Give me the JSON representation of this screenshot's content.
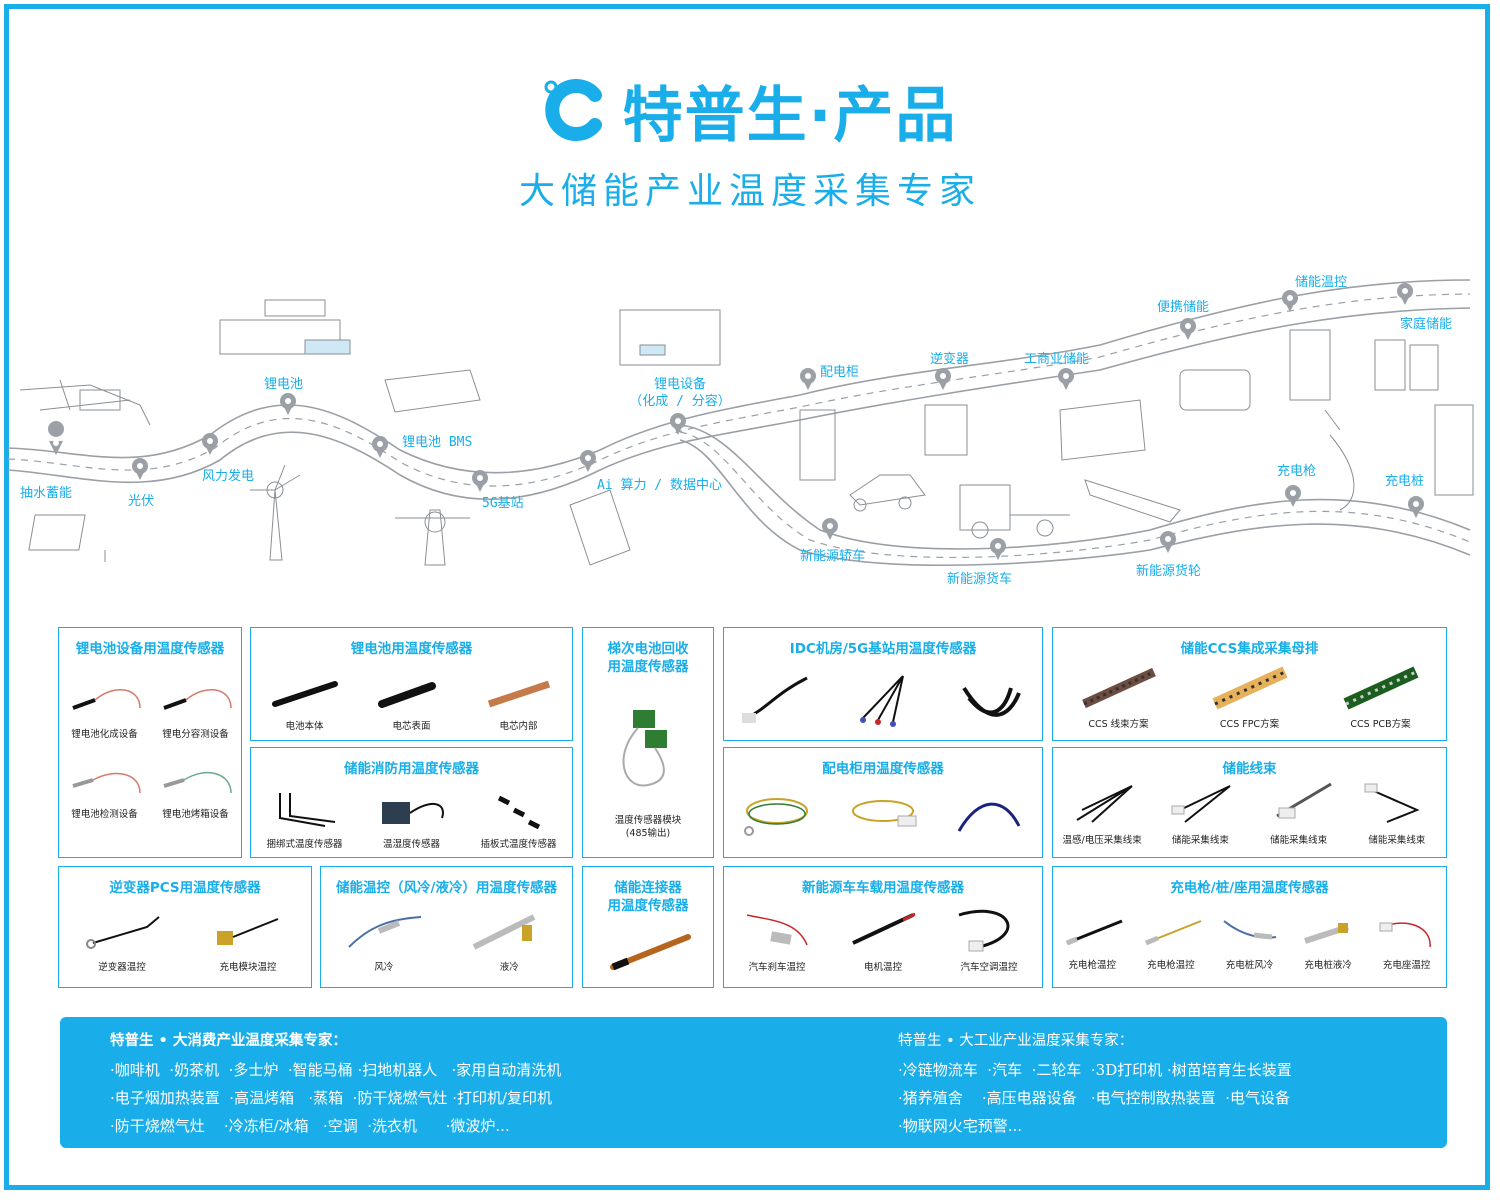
{
  "header": {
    "brand": "特普生·产品",
    "tagline": "大储能产业温度采集专家"
  },
  "map_labels": {
    "pumped": "抽水蓄能",
    "pv": "光伏",
    "wind": "风力发电",
    "battery": "锂电池",
    "bms": "锂电池 BMS",
    "fiveg": "5G基站",
    "equip": "锂电设备",
    "equip_sub": "（化成 / 分容）",
    "ai": "Ai 算力 / 数据中心",
    "dist": "配电柜",
    "inverter": "逆变器",
    "ci": "工商业储能",
    "portable": "便携储能",
    "ctrl": "储能温控",
    "home": "家庭储能",
    "gun": "充电枪",
    "pile": "充电桩",
    "car": "新能源轿车",
    "truck": "新能源货车",
    "ship": "新能源货轮"
  },
  "cards": {
    "c1": {
      "title": "锂电池设备用温度传感器",
      "items": [
        "锂电池化成设备",
        "锂电分容测设备",
        "锂电池检测设备",
        "锂电池烤箱设备"
      ]
    },
    "c2": {
      "title": "锂电池用温度传感器",
      "items": [
        "电池本体",
        "电芯表面",
        "电芯内部"
      ]
    },
    "c3": {
      "title": "储能消防用温度传感器",
      "items": [
        "捆绑式温度传感器",
        "温湿度传感器",
        "插板式温度传感器"
      ]
    },
    "c4": {
      "title_1": "梯次电池回收",
      "title_2": "用温度传感器",
      "items": [
        "温度传感器模块",
        "(485输出)"
      ]
    },
    "c5": {
      "title": "IDC机房/5G基站用温度传感器"
    },
    "c6": {
      "title": "配电柜用温度传感器"
    },
    "c7": {
      "title": "储能CCS集成采集母排",
      "items": [
        "CCS 线束方案",
        "CCS FPC方案",
        "CCS PCB方案"
      ]
    },
    "c8": {
      "title": "储能线束",
      "items": [
        "温感/电压采集线束",
        "储能采集线束",
        "储能采集线束",
        "储能采集线束"
      ]
    },
    "c9": {
      "title": "逆变器PCS用温度传感器",
      "items": [
        "逆变器温控",
        "充电模块温控"
      ]
    },
    "c10": {
      "title": "储能温控（风冷/液冷）用温度传感器",
      "items": [
        "风冷",
        "液冷"
      ]
    },
    "c11": {
      "title_1": "储能连接器",
      "title_2": "用温度传感器"
    },
    "c12": {
      "title": "新能源车车载用温度传感器",
      "items": [
        "汽车刹车温控",
        "电机温控",
        "汽车空调温控"
      ]
    },
    "c13": {
      "title": "充电枪/桩/座用温度传感器",
      "items": [
        "充电枪温控",
        "充电枪温控",
        "充电桩风冷",
        "充电桩液冷",
        "充电座温控"
      ]
    }
  },
  "footer": {
    "left_head": "特普生 • 大消费产业温度采集专家：",
    "left_lines": [
      "·咖啡机  ·奶茶机  ·多士炉  ·智能马桶 ·扫地机器人   ·家用自动清洗机",
      "·电子烟加热装置  ·高温烤箱   ·蒸箱  ·防干烧燃气灶 ·打印机/复印机",
      "·防干烧燃气灶    ·冷冻柜/冰箱   ·空调  ·洗衣机      ·微波炉..."
    ],
    "right_head": "特普生 • 大工业产业温度采集专家：",
    "right_lines": [
      "·冷链物流车  ·汽车  ·二轮车  ·3D打印机 ·树苗培育生长装置",
      "·猪养殖舍    ·高压电器设备   ·电气控制散热装置  ·电气设备",
      "·物联网火宅预警..."
    ]
  },
  "colors": {
    "accent": "#19aeea",
    "pin": "#9aa0a6"
  }
}
